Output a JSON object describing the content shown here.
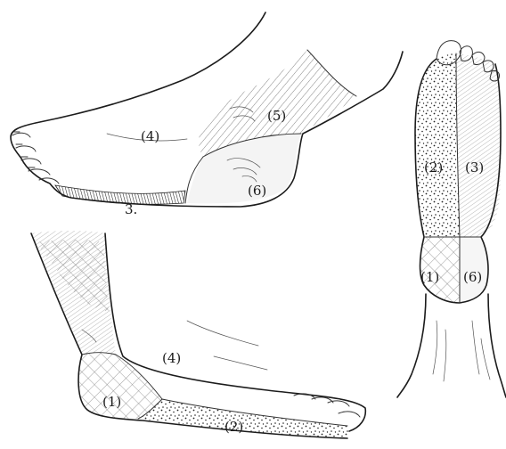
{
  "figure": {
    "lateral_view": {
      "labels": [
        "(4)",
        "(5)",
        "(6)",
        "3."
      ]
    },
    "medial_view": {
      "labels": [
        "(4)",
        "(1)",
        "(2)"
      ]
    },
    "plantar_view": {
      "labels": [
        "(2)",
        "(3)",
        "(1)",
        "(6)"
      ]
    }
  }
}
